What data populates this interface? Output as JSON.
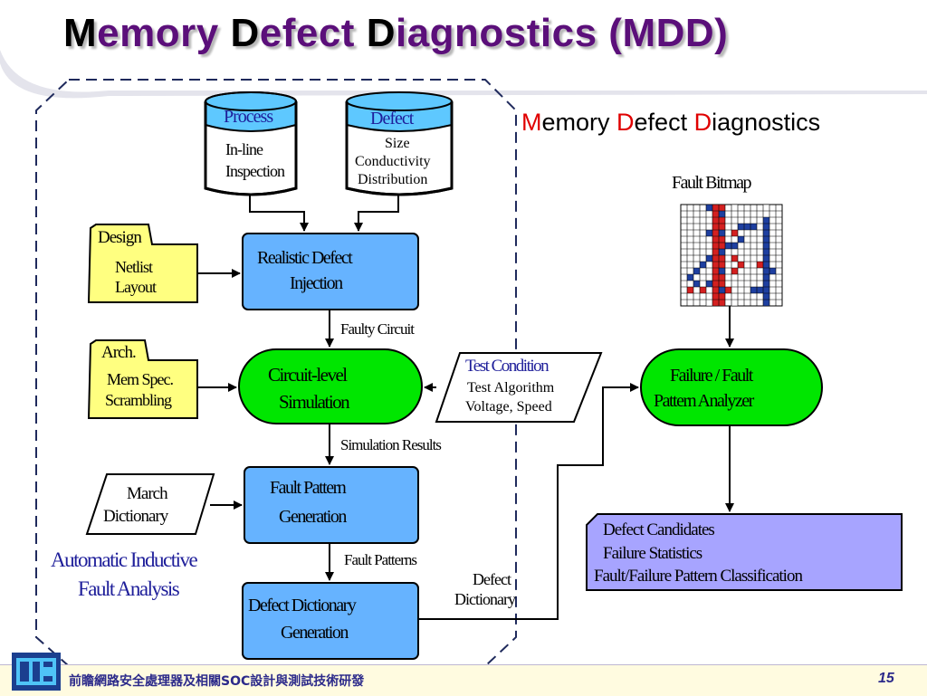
{
  "title": {
    "first_m": "M",
    "part1": "emory ",
    "first_d": "D",
    "part2": "efect ",
    "first_d2": "D",
    "part3": "iagnostics (MDD)"
  },
  "subtitle": {
    "m": "M",
    "p1": "emory ",
    "d1": "D",
    "p2": "efect ",
    "d2": "D",
    "p3": "iagnostics"
  },
  "process_db": {
    "header": "Process",
    "line1": "In-line",
    "line2": "Inspection"
  },
  "defect_db": {
    "header": "Defect",
    "line1": "Size",
    "line2": "Conductivity",
    "line3": "Distribution"
  },
  "design_folder": {
    "tab": "Design",
    "line1": "Netlist",
    "line2": "Layout"
  },
  "arch_folder": {
    "tab": "Arch.",
    "line1": "Mem Spec.",
    "line2": "Scrambling"
  },
  "realistic_defect": {
    "line1": "Realistic Defect",
    "line2": "Injection"
  },
  "circuit_sim": {
    "line1": "Circuit-level",
    "line2": "Simulation"
  },
  "fault_pattern_gen": {
    "line1": "Fault Pattern",
    "line2": "Generation"
  },
  "defect_dict_gen": {
    "line1": "Defect Dictionary",
    "line2": "Generation"
  },
  "test_condition": {
    "header": "Test Condition",
    "line1": "Test Algorithm",
    "line2": "Voltage, Speed"
  },
  "march_dictionary": {
    "line1": "March",
    "line2": "Dictionary"
  },
  "arrow_labels": {
    "faulty_circuit": "Faulty Circuit",
    "simulation_results": "Simulation Results",
    "fault_patterns": "Fault Patterns",
    "defect_dictionary_1": "Defect",
    "defect_dictionary_2": "Dictionary"
  },
  "afa_label": {
    "line1": "Automatic Inductive",
    "line2": "Fault Analysis"
  },
  "fault_bitmap": {
    "label": "Fault Bitmap"
  },
  "analyzer": {
    "line1": "Failure / Fault",
    "line2": "Pattern Analyzer"
  },
  "results_box": {
    "line1": "Defect Candidates",
    "line2": "Failure Statistics",
    "line3": "Fault/Failure Pattern Classification"
  },
  "footer": {
    "text": "前瞻網路安全處理器及相關SOC設計與測試技術研發",
    "page": "15"
  },
  "colors": {
    "title": "#5b0f7a",
    "blue_box": "#66b3ff",
    "green_box": "#00e600",
    "yellow_folder": "#ffff80",
    "results_box": "#a7a4ff",
    "db_header": "#5ec8ff",
    "dashed_border": "#1f2a5c"
  }
}
